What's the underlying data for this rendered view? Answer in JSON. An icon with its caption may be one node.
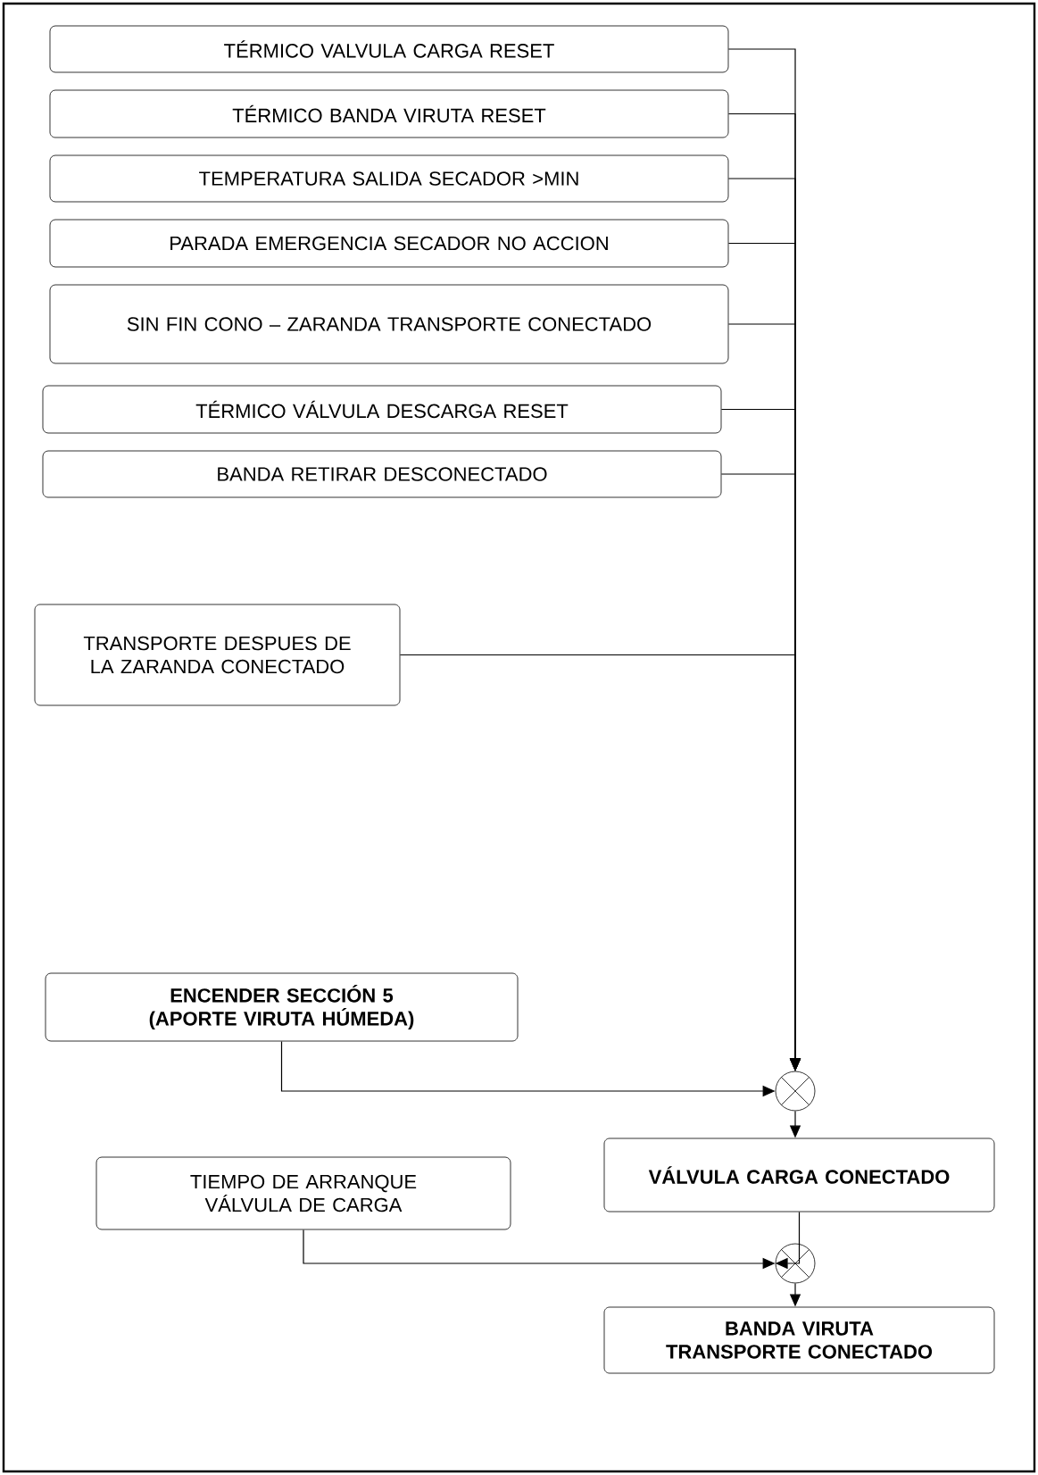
{
  "diagram": {
    "nodes": [
      {
        "text": [
          "TÉRMICO VALVULA CARGA RESET"
        ]
      },
      {
        "text": [
          "TÉRMICO BANDA VIRUTA RESET"
        ]
      },
      {
        "text": [
          "TEMPERATURA SALIDA SECADOR >MIN"
        ]
      },
      {
        "text": [
          "PARADA EMERGENCIA SECADOR NO ACCION"
        ]
      },
      {
        "text": [
          "SIN FIN CONO – ZARANDA TRANSPORTE CONECTADO"
        ]
      },
      {
        "text": [
          "TÉRMICO VÁLVULA DESCARGA RESET"
        ]
      },
      {
        "text": [
          "BANDA RETIRAR DESCONECTADO"
        ]
      },
      {
        "text": [
          "TRANSPORTE DESPUES DE LA ZARANDA CONECTADO"
        ]
      },
      {
        "text": [
          "ENCENDER SECCIÓN 5 (APORTE VIRUTA HÚMEDA)"
        ]
      },
      {
        "text": [],
        "shape": "circle"
      },
      {
        "text": [
          "VÁLVULA CARGA CONECTADO"
        ]
      },
      {
        "text": [
          "TIEMPO DE ARRANQUE VÁLVULA DE CARGA"
        ]
      },
      {
        "text": [],
        "shape": "circle"
      },
      {
        "text": [
          "BANDA VIRUTA TRANSPORTE CONECTADO"
        ]
      }
    ],
    "edges": [
      {
        "from": 0,
        "to": 9,
        "arrow": "to"
      },
      {
        "from": 1,
        "to": 9,
        "arrow": "to"
      },
      {
        "from": 2,
        "to": 9,
        "arrow": "to"
      },
      {
        "from": 3,
        "to": 9,
        "arrow": "to"
      },
      {
        "from": 4,
        "to": 9,
        "arrow": "to"
      },
      {
        "from": 5,
        "to": 9,
        "arrow": "to"
      },
      {
        "from": 6,
        "to": 9,
        "arrow": "to"
      },
      {
        "from": 7,
        "to": 9,
        "arrow": "to"
      },
      {
        "from": 8,
        "to": 9,
        "arrow": "to"
      },
      {
        "from": 9,
        "to": 10,
        "arrow": "to"
      },
      {
        "from": 10,
        "to": 12,
        "arrow": "to"
      },
      {
        "from": 11,
        "to": 12,
        "arrow": "to"
      },
      {
        "from": 12,
        "to": 13,
        "arrow": "to"
      }
    ]
  }
}
